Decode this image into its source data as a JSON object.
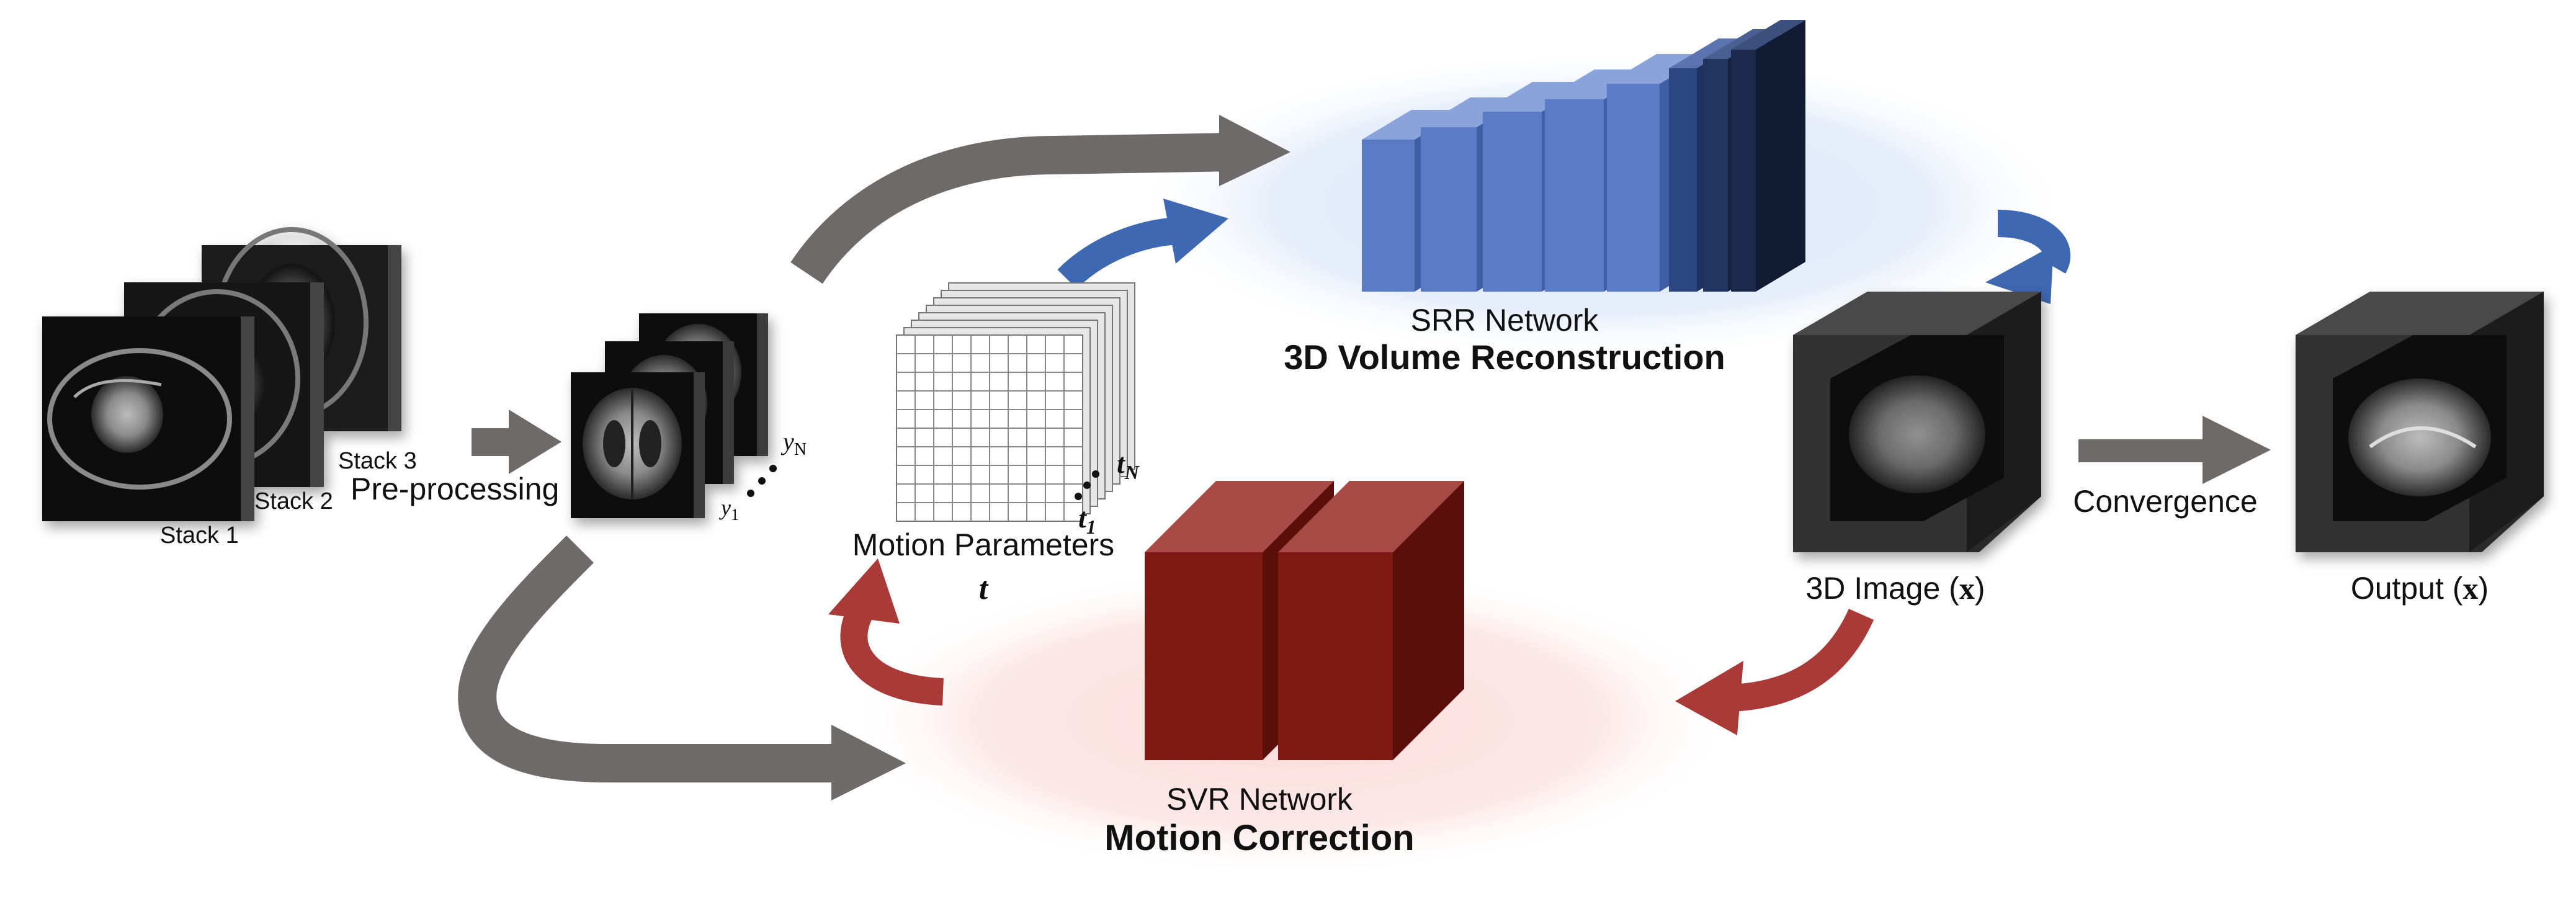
{
  "labels": {
    "stack1": "Stack 1",
    "stack2": "Stack 2",
    "stack3": "Stack 3",
    "preprocessing": "Pre-processing",
    "y_n": "y",
    "y_n_sub": "N",
    "y_1": "y",
    "y_1_sub": "1",
    "t_n": "t",
    "t_n_sub": "N",
    "t_1": "t",
    "t_1_sub": "1",
    "motion_parameters": "Motion Parameters",
    "motion_t": "t",
    "srr_network": "SRR Network",
    "volume_reconstruction": "3D Volume Reconstruction",
    "svr_network": "SVR Network",
    "motion_correction": "Motion Correction",
    "image_3d_prefix": "3D Image (",
    "image_3d_var": "x",
    "image_3d_suffix": ")",
    "convergence": "Convergence",
    "output_prefix": "Output (",
    "output_var": "x",
    "output_suffix": ")"
  },
  "colors": {
    "gray_arrow": "#6d6a69",
    "blue_arrow": "#3f68b2",
    "red_arrow": "#a93a37",
    "srr_block": "#5a7cc6",
    "srr_dark": "#1b2a4d",
    "svr_block": "#8f1d17",
    "blue_glow": "#dfe9f8",
    "red_glow": "#fbe3e2"
  },
  "icons": {
    "stacks": "mri-slice-stack-icon",
    "preprocessed": "brain-slice-icon",
    "grid": "motion-parameter-grid-icon",
    "cube": "brain-volume-cube-icon"
  }
}
